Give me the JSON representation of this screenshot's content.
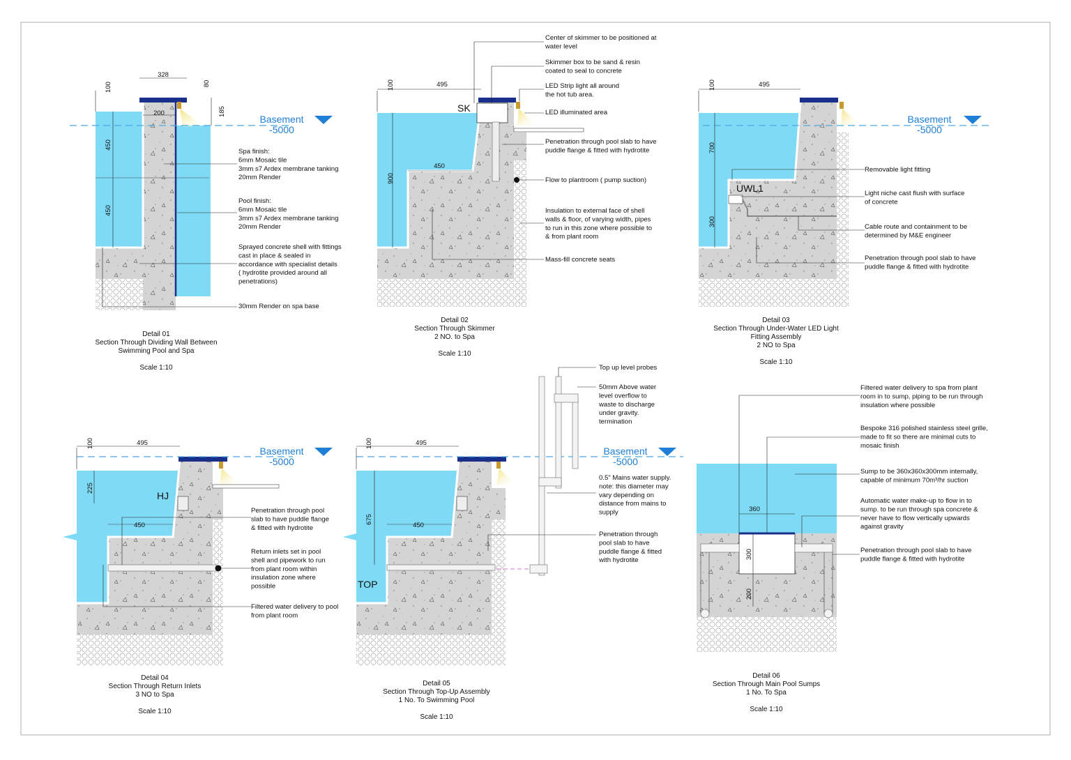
{
  "colors": {
    "water": "#7fdaf5",
    "concrete": "#d4d4d4",
    "tile": "#1a2f8c",
    "basement": "#1f7fd6",
    "leader": "#222222",
    "light": "#f3e27a"
  },
  "details": [
    {
      "caption": [
        "Detail 01",
        "Section Through Dividing Wall Between",
        "Swimming Pool and Spa"
      ],
      "scale": "Scale 1:10",
      "basement": {
        "label": "Basement",
        "level": "-5000"
      },
      "dims": [
        "328",
        "100",
        "80",
        "200",
        "185",
        "450",
        "450"
      ],
      "notes": [
        [
          "Spa finish:",
          "6mm Mosaic tile",
          "3mm s7 Ardex membrane tanking",
          "20mm Render"
        ],
        [
          "Pool finish:",
          "6mm Mosaic tile",
          "3mm s7 Ardex membrane tanking",
          "20mm Render"
        ],
        [
          "Sprayed concrete shell with fittings",
          "cast in place & sealed in",
          "accordance with specialist details",
          "( hydrotite provided around all",
          "penetrations)"
        ],
        [
          "30mm Render on spa base"
        ]
      ]
    },
    {
      "caption": [
        "Detail 02",
        "Section Through Skimmer",
        "2 NO. to Spa"
      ],
      "scale": "Scale 1:10",
      "tag": "SK",
      "dims": [
        "495",
        "100",
        "900",
        "450"
      ],
      "notes": [
        [
          "Center of skimmer to be positioned at",
          "water level"
        ],
        [
          "Skimmer box to be sand & resin",
          "coated to seal to concrete"
        ],
        [
          "LED Strip light all around",
          "the hot tub area."
        ],
        [
          "LED illuminated area"
        ],
        [
          "Penetration through pool slab to have",
          "puddle flange & fitted with hydrotite"
        ],
        [
          "Flow to plantroom  ( pump suction)"
        ],
        [
          "Insulation to external face of shell",
          "walls & floor, of varying width, pipes",
          "to run in this zone where possible to",
          "& from plant room"
        ],
        [
          "Mass-fill concrete seats"
        ]
      ]
    },
    {
      "caption": [
        "Detail 03",
        "Section Through Under-Water LED Light",
        "Fitting Assembly",
        "2 NO to Spa"
      ],
      "scale": "Scale 1:10",
      "tag": "UWL1",
      "basement": {
        "label": "Basement",
        "level": "-5000"
      },
      "dims": [
        "495",
        "100",
        "700",
        "300"
      ],
      "notes": [
        [
          "Removable light fitting"
        ],
        [
          "Light niche cast flush with surface",
          "of concrete"
        ],
        [
          "Cable route and containment to be",
          "determined by M&E engineer"
        ],
        [
          "Penetration through pool slab to have",
          "puddle flange & fitted with hydrotite"
        ]
      ]
    },
    {
      "caption": [
        "Detail 04",
        "Section Through Return Inlets",
        "3 NO to Spa"
      ],
      "scale": "Scale 1:10",
      "tag": "HJ",
      "basement": {
        "label": "Basement",
        "level": "-5000"
      },
      "dims": [
        "495",
        "100",
        "225",
        "450"
      ],
      "notes": [
        [
          "Penetration through pool",
          "slab to have puddle flange",
          "& fitted with hydrotite"
        ],
        [
          "Return inlets set in pool",
          "shell and pipework to run",
          "from plant room within",
          "insulation zone where",
          "possible"
        ],
        [
          "Filtered water delivery to pool",
          "from plant room"
        ]
      ]
    },
    {
      "caption": [
        "Detail 05",
        "Section Through Top-Up Assembly",
        "1 No. To Swimming Pool"
      ],
      "scale": "Scale 1:10",
      "tag": "TOP",
      "basement": {
        "label": "Basement",
        "level": "-5000"
      },
      "dims": [
        "495",
        "100",
        "675",
        "450"
      ],
      "notes": [
        [
          "Top up level probes"
        ],
        [
          "50mm Above water",
          "level overflow to",
          "waste to discharge",
          "under gravity.",
          "termination"
        ],
        [
          "0.5\" Mains water supply.",
          "note: this diameter may",
          "vary depending on",
          "distance from mains to",
          "supply"
        ],
        [
          "Penetration through",
          "pool slab to have",
          "puddle flange & fitted",
          "with hydrotite"
        ]
      ]
    },
    {
      "caption": [
        "Detail 06",
        "Section Through Main Pool Sumps",
        "1 No. To Spa"
      ],
      "scale": "Scale 1:10",
      "dims": [
        "360",
        "300",
        "200"
      ],
      "notes": [
        [
          "Filtered water delivery to spa from plant",
          "room in to sump, piping to be run through",
          "insulation where possible"
        ],
        [
          "Bespoke 316 polished stainless steel grille,",
          "made to fit so there are minimal cuts to",
          "mosaic finish"
        ],
        [
          "Sump to be 360x360x300mm internally,",
          "capable of minimum 70m³/hr suction"
        ],
        [
          "Automatic water make-up to flow in to",
          "sump. to be run through spa concrete &",
          "never have to flow vertically upwards",
          "against gravity"
        ],
        [
          "Penetration through pool slab to have",
          "puddle flange & fitted with hydrotite"
        ]
      ]
    }
  ]
}
